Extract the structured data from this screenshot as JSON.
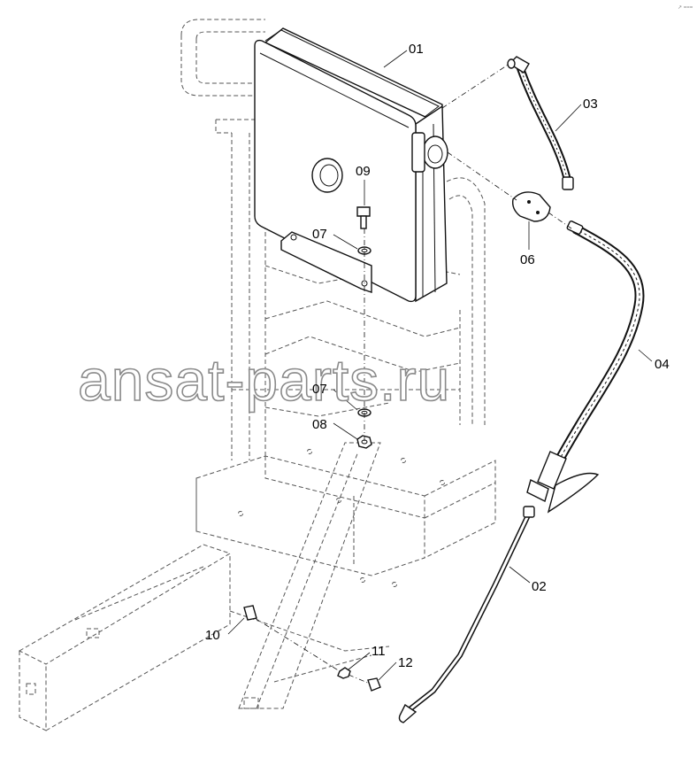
{
  "diagram": {
    "corner_mark": "↗ ===",
    "watermark": "ansat-parts.ru",
    "callouts": [
      {
        "id": "c01",
        "label": "01"
      },
      {
        "id": "c03",
        "label": "03"
      },
      {
        "id": "c09",
        "label": "09"
      },
      {
        "id": "c07a",
        "label": "07"
      },
      {
        "id": "c06",
        "label": "06"
      },
      {
        "id": "c04",
        "label": "04"
      },
      {
        "id": "c07b",
        "label": "07"
      },
      {
        "id": "c08",
        "label": "08"
      },
      {
        "id": "c02",
        "label": "02"
      },
      {
        "id": "c10",
        "label": "10"
      },
      {
        "id": "c11",
        "label": "11"
      },
      {
        "id": "c12",
        "label": "12"
      }
    ]
  }
}
